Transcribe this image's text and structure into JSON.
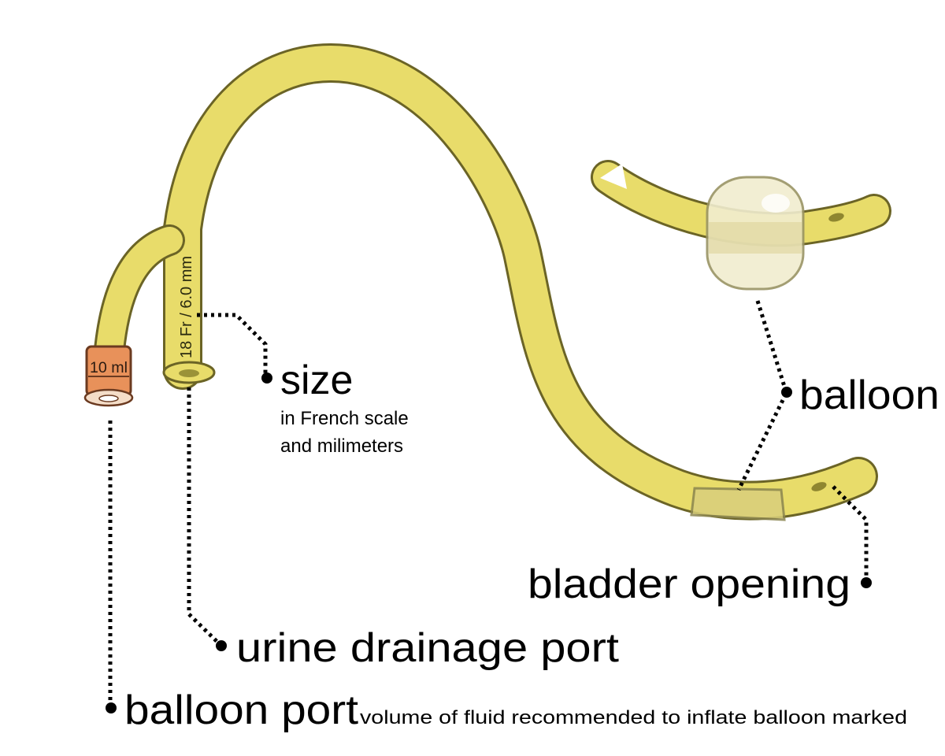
{
  "labels": {
    "size": "size",
    "size_note_line1": "in French scale",
    "size_note_line2": "and milimeters",
    "balloon": "balloon",
    "bladder_opening": "bladder opening",
    "urine_drainage_port": "urine drainage port",
    "balloon_port": "balloon port",
    "balloon_port_note": "volume of fluid recommended to inflate balloon marked"
  },
  "markings": {
    "tube_size": "18 Fr / 6.0 mm",
    "port_volume": "10 ml"
  },
  "colors": {
    "tube_fill": "#e8dc6a",
    "tube_outline": "#6b6426",
    "port_fill": "#e8915a",
    "balloon_fill": "#f1edcf",
    "balloon_outline": "#9a9464"
  }
}
